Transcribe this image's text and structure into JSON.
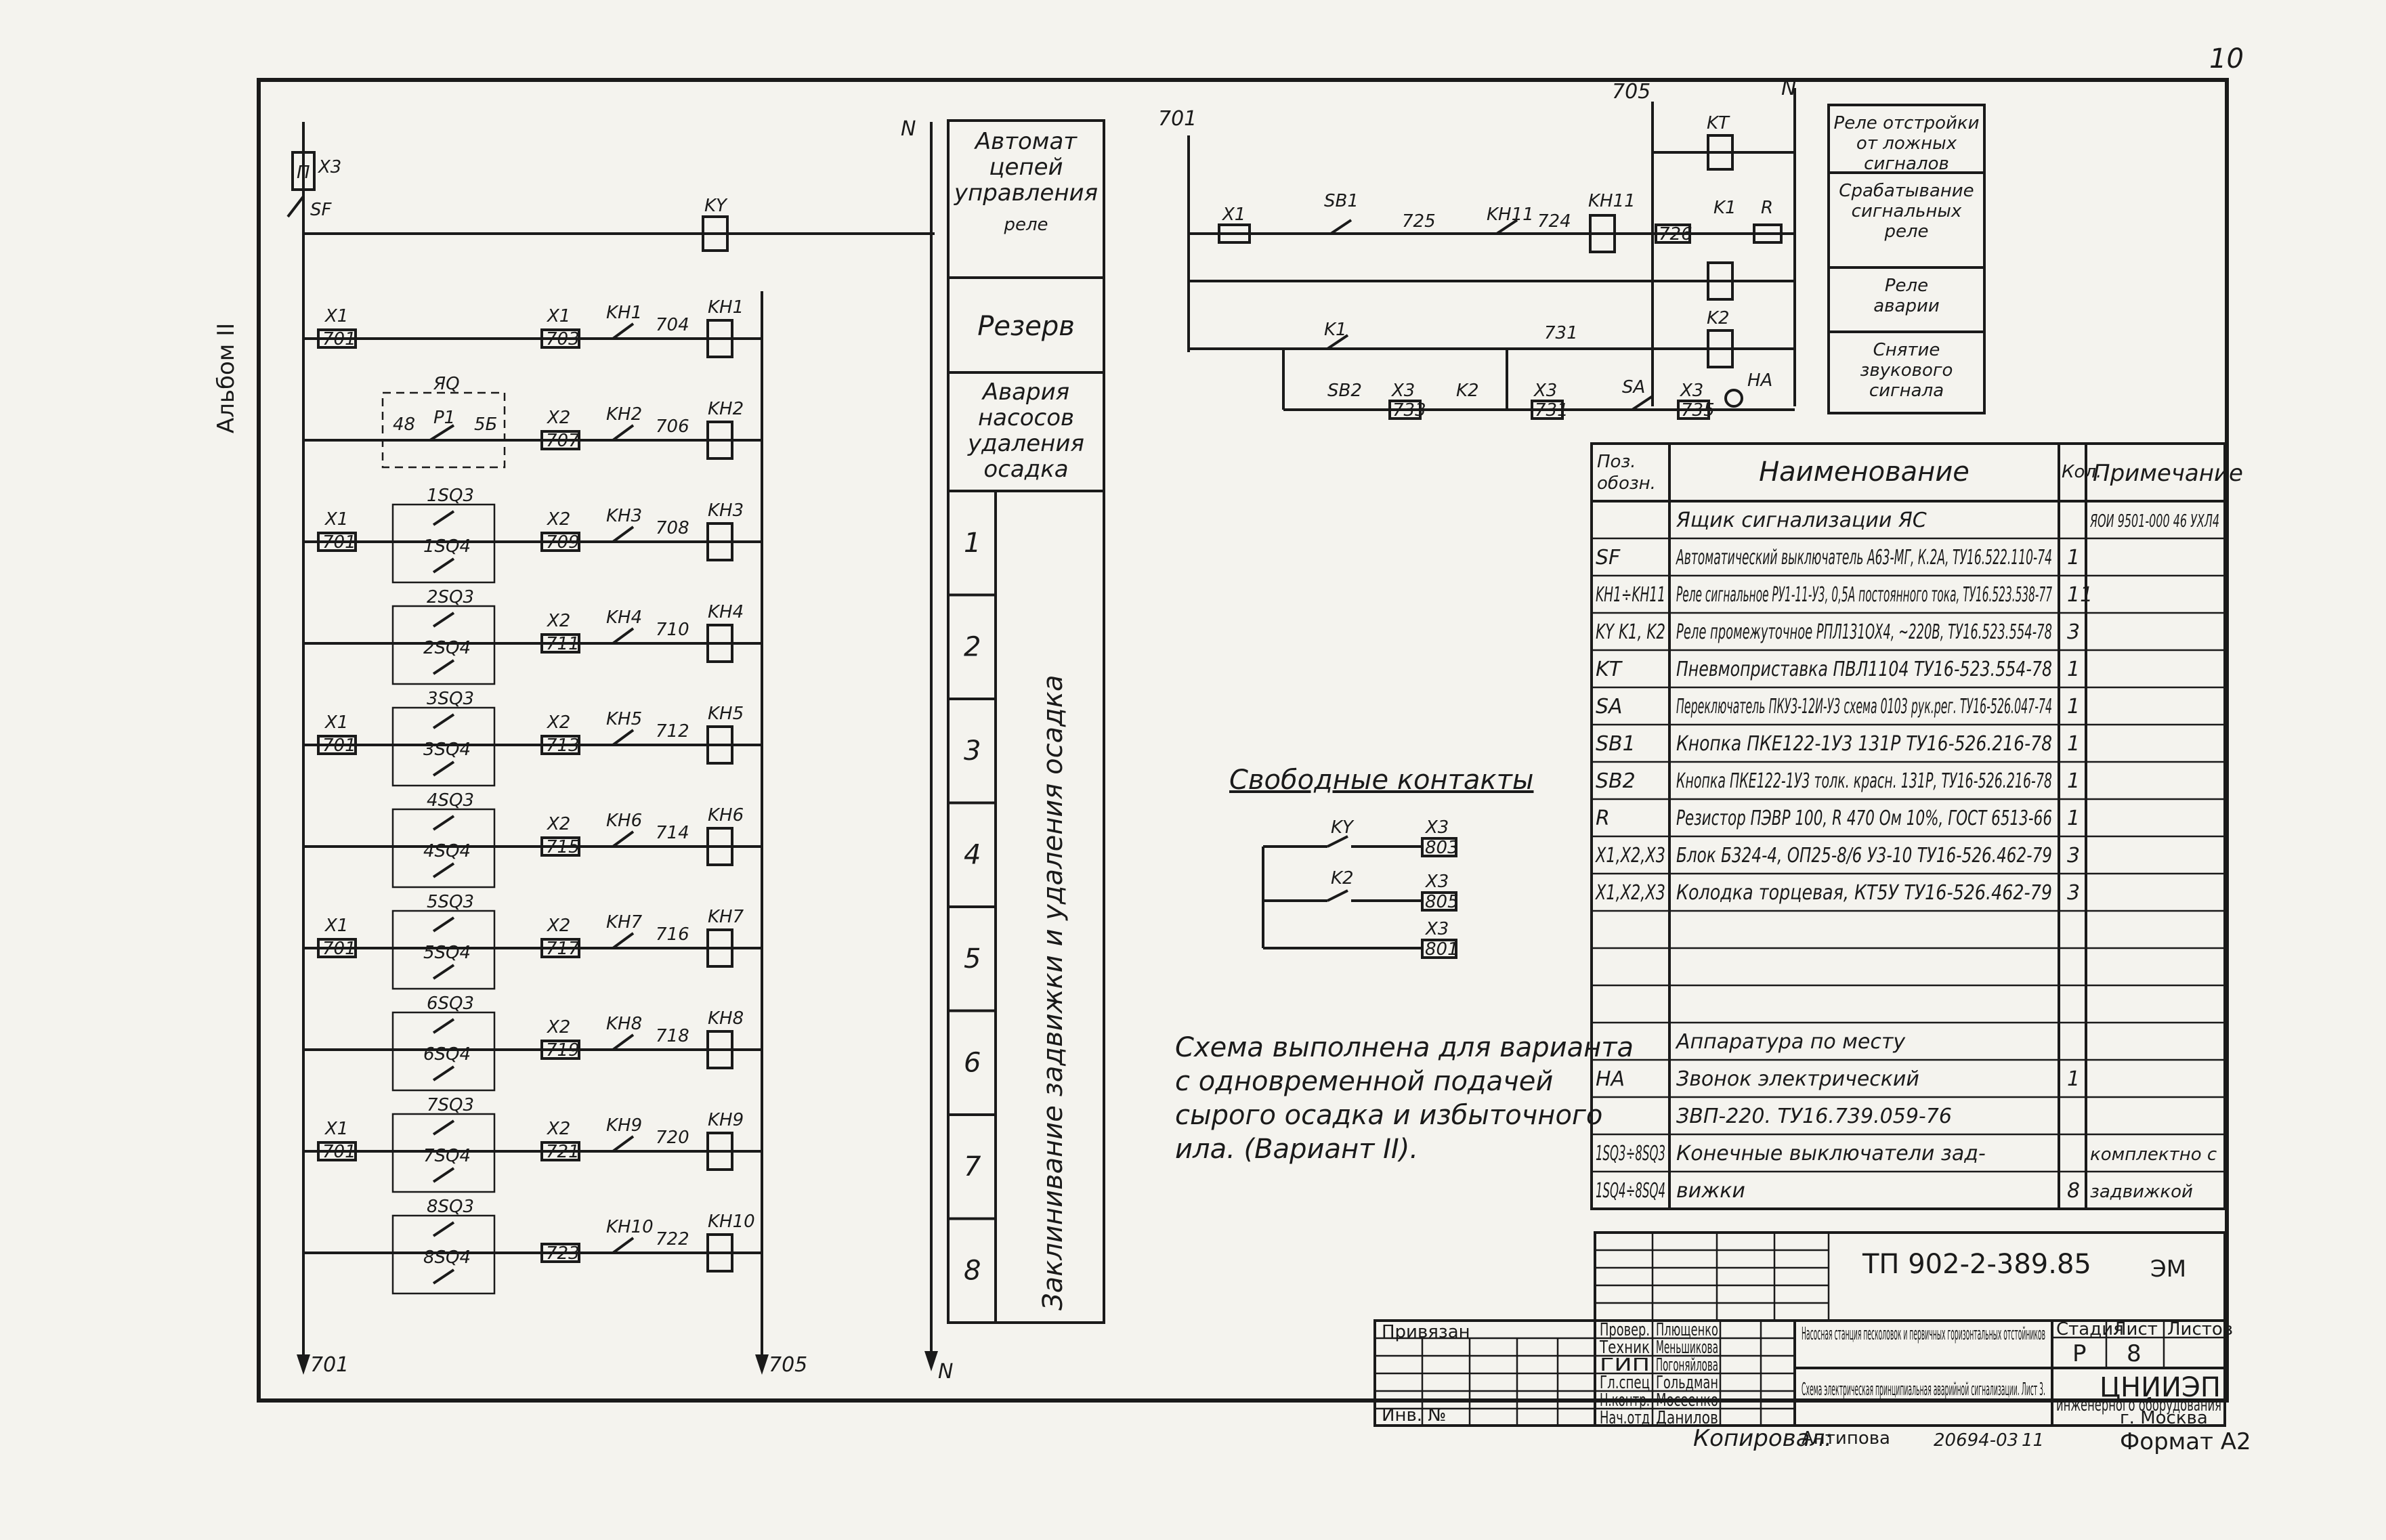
{
  "page": {
    "number": "10",
    "album": "Альбом II"
  },
  "left": {
    "left_bus": "701",
    "right_bus": "705",
    "fuse": "П",
    "fuse_term": "X3",
    "breaker": "SF",
    "ky_coil": "KY",
    "rows": [
      {
        "term": "X1",
        "wire": "701",
        "mid_term": "X1",
        "mid_wire": "703",
        "contact": "KH1",
        "wire2": "704",
        "coil": "KH1",
        "type": "none"
      },
      {
        "term": "",
        "wire": "",
        "mid_term": "X2",
        "mid_wire": "707",
        "contact": "KH2",
        "wire2": "706",
        "coil": "KH2",
        "type": "p1",
        "p1": "P1",
        "p1a": "48",
        "p1b": "5Б",
        "rg": "ЯQ"
      },
      {
        "term": "X1",
        "wire": "701",
        "mid_term": "X2",
        "mid_wire": "709",
        "contact": "KH3",
        "wire2": "708",
        "coil": "KH3",
        "type": "sq",
        "sqa": "1SQ3",
        "sqb": "1SQ4"
      },
      {
        "term": "",
        "wire": "",
        "mid_term": "X2",
        "mid_wire": "711",
        "contact": "KH4",
        "wire2": "710",
        "coil": "KH4",
        "type": "sq",
        "sqa": "2SQ3",
        "sqb": "2SQ4"
      },
      {
        "term": "X1",
        "wire": "701",
        "mid_term": "X2",
        "mid_wire": "713",
        "contact": "KH5",
        "wire2": "712",
        "coil": "KH5",
        "type": "sq",
        "sqa": "3SQ3",
        "sqb": "3SQ4"
      },
      {
        "term": "",
        "wire": "",
        "mid_term": "X2",
        "mid_wire": "715",
        "contact": "KH6",
        "wire2": "714",
        "coil": "KH6",
        "type": "sq",
        "sqa": "4SQ3",
        "sqb": "4SQ4"
      },
      {
        "term": "X1",
        "wire": "701",
        "mid_term": "X2",
        "mid_wire": "717",
        "contact": "KH7",
        "wire2": "716",
        "coil": "KH7",
        "type": "sq",
        "sqa": "5SQ3",
        "sqb": "5SQ4"
      },
      {
        "term": "",
        "wire": "",
        "mid_term": "X2",
        "mid_wire": "719",
        "contact": "KH8",
        "wire2": "718",
        "coil": "KH8",
        "type": "sq",
        "sqa": "6SQ3",
        "sqb": "6SQ4"
      },
      {
        "term": "X1",
        "wire": "701",
        "mid_term": "X2",
        "mid_wire": "721",
        "contact": "KH9",
        "wire2": "720",
        "coil": "KH9",
        "type": "sq",
        "sqa": "7SQ3",
        "sqb": "7SQ4"
      },
      {
        "term": "",
        "wire": "",
        "mid_term": "",
        "mid_wire": "723",
        "contact": "KH10",
        "wire2": "722",
        "coil": "KH10",
        "type": "sq",
        "sqa": "8SQ3",
        "sqb": "8SQ4"
      }
    ]
  },
  "middle_bar": {
    "n_top": "N",
    "n_bottom": "N",
    "box1": "Автомат цепей управления",
    "box1b": "реле",
    "box2": "Резерв",
    "box3": "Авария насосов удаления осадка",
    "cells": [
      "1",
      "2",
      "3",
      "4",
      "5",
      "6",
      "7",
      "8"
    ],
    "vertical": "Заклинивание задвижки и удаления осадка"
  },
  "right_schematic": {
    "top_left_wire": "701",
    "top_mid_wire": "705",
    "n_label": "N",
    "kt": "KT",
    "x1": "X1",
    "sb1": "SB1",
    "w725": "725",
    "kh11": "KH11",
    "w724": "724",
    "kh11b": "KH11",
    "w726": "726",
    "k1": "K1",
    "r": "R",
    "k1b": "K1",
    "w731": "731",
    "k2": "K2",
    "sb2": "SB2",
    "x3a": "X3",
    "w733": "733",
    "k2b": "K2",
    "x3b": "X3",
    "w731b": "731",
    "sa": "SA",
    "x3c": "X3",
    "w735": "735",
    "ha": "HA",
    "legend": [
      "Реле отстройки от ложных сигналов",
      "Срабатывание сигнальных реле",
      "Реле аварии",
      "Снятие звукового сигнала"
    ]
  },
  "free_contacts": {
    "title": "Свободные контакты",
    "ky": "KY",
    "k2": "K2",
    "x3a": "X3",
    "t1": "803",
    "x3b": "X3",
    "t2": "805",
    "x3c": "X3",
    "t3": "801"
  },
  "note": {
    "lines": [
      "Схема выполнена для варианта",
      "с одновременной подачей",
      "сырого осадка и избыточного",
      "ила.   (Вариант II)."
    ]
  },
  "spec": {
    "headers": {
      "pos": "Поз. обозн.",
      "name": "Наименование",
      "qty": "Кол.",
      "note": "Примечание"
    },
    "rows": [
      {
        "pos": "",
        "name": "Ящик сигнализации ЯС",
        "qty": "",
        "note": "ЯОИ 9501-000 46 УХЛ4"
      },
      {
        "pos": "SF",
        "name": "Автоматический выключатель А63-МГ, К.2А, ТУ16.522.110-74",
        "qty": "1",
        "note": ""
      },
      {
        "pos": "KH1÷KH11",
        "name": "Реле сигнальное РУ1-11-У3, 0,5А постоянного тока, ТУ16.523.538-77",
        "qty": "11",
        "note": ""
      },
      {
        "pos": "KY K1, K2",
        "name": "Реле промежуточное РПЛ131ОХ4, ~220В, ТУ16.523.554-78",
        "qty": "3",
        "note": ""
      },
      {
        "pos": "KT",
        "name": "Пневмоприставка ПВЛ1104 ТУ16-523.554-78",
        "qty": "1",
        "note": ""
      },
      {
        "pos": "SA",
        "name": "Переключатель ПКУ3-12И-У3 схема 0103 рук.рег. ТУ16-526.047-74",
        "qty": "1",
        "note": ""
      },
      {
        "pos": "SB1",
        "name": "Кнопка ПКЕ122-1У3 131Р ТУ16-526.216-78",
        "qty": "1",
        "note": ""
      },
      {
        "pos": "SB2",
        "name": "Кнопка ПКЕ122-1У3 толк. красн. 131Р, ТУ16-526.216-78",
        "qty": "1",
        "note": ""
      },
      {
        "pos": "R",
        "name": "Резистор ПЭВР 100, R 470 Ом 10%, ГОСТ 6513-66",
        "qty": "1",
        "note": ""
      },
      {
        "pos": "X1,X2,X3",
        "name": "Блок Б324-4, ОП25-8/6 У3-10 ТУ16-526.462-79",
        "qty": "3",
        "note": ""
      },
      {
        "pos": "X1,X2,X3",
        "name": "Колодка торцевая, КТ5У ТУ16-526.462-79",
        "qty": "3",
        "note": ""
      },
      {
        "pos": "",
        "name": "",
        "qty": "",
        "note": ""
      },
      {
        "pos": "",
        "name": "",
        "qty": "",
        "note": ""
      },
      {
        "pos": "",
        "name": "",
        "qty": "",
        "note": ""
      },
      {
        "pos": "",
        "name": "Аппаратура по месту",
        "qty": "",
        "note": ""
      },
      {
        "pos": "HA",
        "name": "Звонок электрический",
        "qty": "1",
        "note": ""
      },
      {
        "pos": "",
        "name": "ЗВП-220. ТУ16.739.059-76",
        "qty": "",
        "note": ""
      },
      {
        "pos": "1SQ3÷8SQ3",
        "name": "Конечные выключатели зад-",
        "qty": "",
        "note": "комплектно с"
      },
      {
        "pos": "1SQ4÷8SQ4",
        "name": "вижки",
        "qty": "8",
        "note": "задвижкой"
      }
    ]
  },
  "title_block": {
    "code": "ТП 902-2-389.85",
    "mark": "ЭМ",
    "privyazan": "Привязан",
    "inv": "Инв. №",
    "roles": [
      {
        "role": "Провер.",
        "name": "Плющенко"
      },
      {
        "role": "Техник",
        "name": "Меньшикова"
      },
      {
        "role": "ГИП",
        "name": "Погоняйлова"
      },
      {
        "role": "Гл.спец",
        "name": "Гольдман"
      },
      {
        "role": "Н.контр.",
        "name": "Мосеенко"
      },
      {
        "role": "Нач.отд",
        "name": "Данилов"
      }
    ],
    "title1": "Насосная станция песколовок и первичных горизонтальных отстойников",
    "title2": "Схема электрическая принципиальная аварийной сигнализации. Лист 3.",
    "stage_h": "Стадия",
    "sheet_h": "Лист",
    "sheets_h": "Листов",
    "stage": "Р",
    "sheet": "8",
    "org": "ЦНИИЭП",
    "org2": "инженерного оборудования",
    "city": "г. Москва",
    "copied_label": "Копировал:",
    "copied": "Антипова",
    "num": "20694-03",
    "num2": "11",
    "format": "Формат А2"
  }
}
